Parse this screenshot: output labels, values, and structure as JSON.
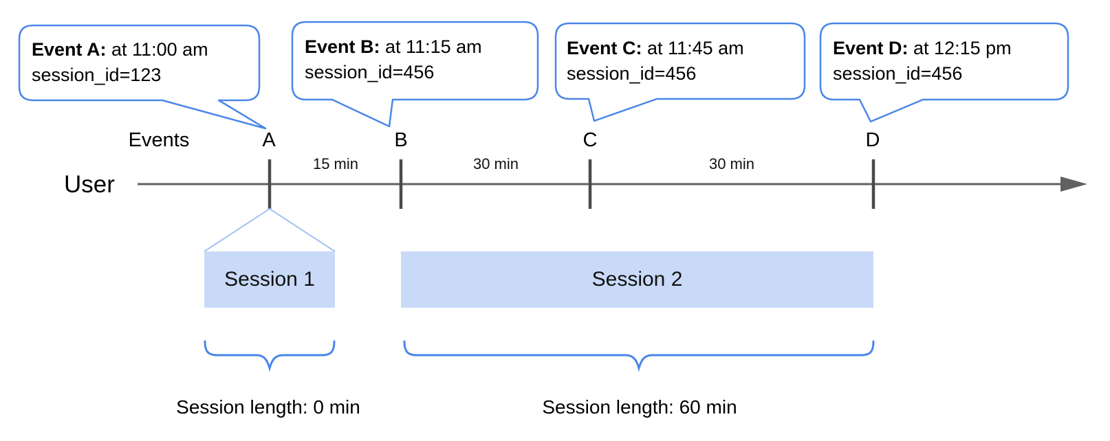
{
  "callouts": [
    {
      "name": "Event A:",
      "time": " at 11:00 am",
      "session": "session_id=123"
    },
    {
      "name": "Event B:",
      "time": " at 11:15 am",
      "session": "session_id=456"
    },
    {
      "name": "Event C:",
      "time": " at 11:45 am",
      "session": "session_id=456"
    },
    {
      "name": "Event D:",
      "time": " at 12:15 pm",
      "session": "session_id=456"
    }
  ],
  "timeline": {
    "row_label": "User",
    "events_label": "Events",
    "markers": [
      "A",
      "B",
      "C",
      "D"
    ],
    "intervals": [
      "15 min",
      "30 min",
      "30 min"
    ]
  },
  "sessions": [
    {
      "label": "Session 1",
      "length": "Session length: 0 min"
    },
    {
      "label": "Session 2",
      "length": "Session length: 60 min"
    }
  ],
  "colors": {
    "callout_border_blue": "#4a86e8",
    "connector_light_blue": "#a4c2f4",
    "session_fill_blue": "#c9daf8",
    "axis_gray": "#616161",
    "tick_gray": "#4a4a4a"
  }
}
